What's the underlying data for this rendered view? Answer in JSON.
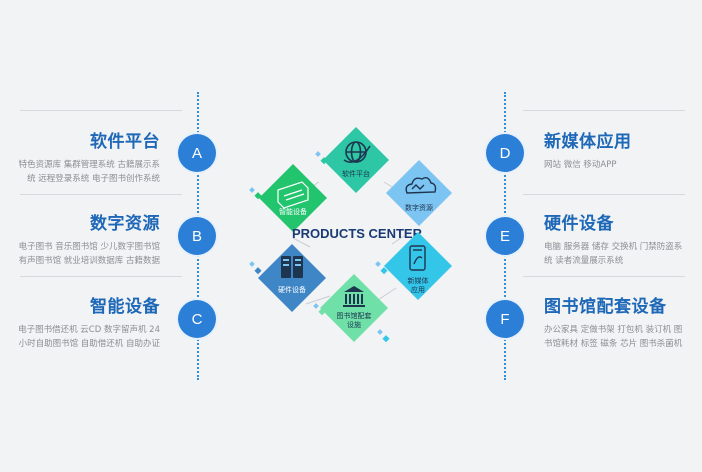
{
  "center_title": "PRODUCTS CENTER",
  "left_items": [
    {
      "letter": "A",
      "title": "软件平台",
      "lines": [
        "特色资源库 集群管理系统 古籍展示系",
        "统 远程登录系统 电子图书创作系统"
      ]
    },
    {
      "letter": "B",
      "title": "数字资源",
      "lines": [
        "电子图书 音乐图书馆 少儿数字图书馆",
        "有声图书馆 就业培训数据库 古籍数据"
      ]
    },
    {
      "letter": "C",
      "title": "智能设备",
      "lines": [
        "电子图书借还机 云CD 数字留声机 24",
        "小时自助图书馆 自助借还机 自助办证"
      ]
    }
  ],
  "right_items": [
    {
      "letter": "D",
      "title": "新媒体应用",
      "lines": [
        "网站 微信 移动APP"
      ]
    },
    {
      "letter": "E",
      "title": "硬件设备",
      "lines": [
        "电脑 服务器 储存 交换机 门禁防盗系",
        "统 读者流量展示系统"
      ]
    },
    {
      "letter": "F",
      "title": "图书馆配套设备",
      "lines": [
        "办公家具 定做书架 打包机 装订机 图",
        "书馆耗材 标签 磁条 芯片 图书杀菌机"
      ]
    }
  ],
  "diamonds": {
    "software": {
      "label": "软件平台",
      "icon": "globe-icon",
      "color": "#2dc7a5"
    },
    "smart": {
      "label": "智能设备",
      "icon": "kiosk-icon",
      "color": "#22c46e"
    },
    "digital": {
      "label": "数字资源",
      "icon": "cloud-icon",
      "color": "#7cc4f2"
    },
    "hardware": {
      "label": "硬件设备",
      "icon": "server-icon",
      "color": "#3f86c6"
    },
    "newmedia": {
      "label1": "新媒体",
      "label2": "应用",
      "icon": "phone-icon",
      "color": "#33c6e8"
    },
    "library": {
      "label1": "图书馆配套",
      "label2": "设施",
      "icon": "library-icon",
      "color": "#6ee0a8"
    }
  }
}
